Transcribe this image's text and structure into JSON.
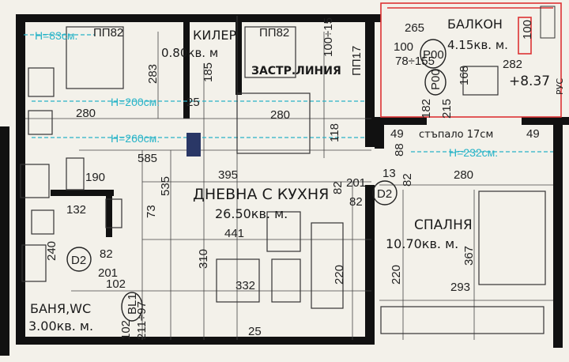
{
  "rooms": {
    "pantry": {
      "name": "КИЛЕР",
      "area": "0.80кв. м"
    },
    "living": {
      "name": "ДНЕВНА С КУХНЯ",
      "area": "26.50кв. м."
    },
    "balcony": {
      "name": "БАЛКОН",
      "area": "4.15кв. м."
    },
    "bedroom": {
      "name": "СПАЛНЯ",
      "area": "10.70кв. м."
    },
    "bathroom": {
      "name": "БАНЯ,WC",
      "area": "3.00кв. м."
    }
  },
  "labels": {
    "built_line": "ЗАСТР.ЛИНИЯ",
    "floor_level": "стъпало 17см",
    "ceiling_h_1": "H=83см.",
    "ceiling_h_2": "H=200см.",
    "ceiling_h_3": "H=260см.",
    "ceiling_h_4": "H=232см.",
    "elevation": "+8.37",
    "side_label": "РУС"
  },
  "windows": {
    "pp82_left": "ПП82",
    "pp82_right": "ПП82",
    "pp17": "ПП17",
    "p00_top": "P00",
    "p00_bottom": "P00"
  },
  "doors": {
    "d2_left": "D2",
    "d2_right": "D2",
    "bl1": "BL1"
  },
  "dimensions": {
    "d265": "265",
    "d100a": "100",
    "d100b": "100",
    "d78_155": "78÷155",
    "d282": "282",
    "d100_15": "100÷15",
    "d283": "283",
    "d185": "185",
    "d280a": "280",
    "d25": "25",
    "d280b": "280",
    "d118": "118",
    "d182": "182",
    "d215": "215",
    "d168": "168",
    "d49a": "49",
    "d88": "88",
    "d49b": "49",
    "d280c": "280",
    "d190": "190",
    "d585": "585",
    "d395": "395",
    "d535": "535",
    "d73": "73",
    "d201a": "201",
    "d13": "13",
    "d82a": "82",
    "d82b": "82",
    "d82c": "82",
    "d132": "132",
    "d441": "441",
    "d240": "240",
    "d310": "310",
    "d332": "332",
    "d220a": "220",
    "d220b": "220",
    "d367": "367",
    "d293": "293",
    "d82d": "82",
    "d201b": "201",
    "d102a": "102",
    "d102b": "102",
    "d211_97": "211÷97",
    "d25b": "25"
  }
}
